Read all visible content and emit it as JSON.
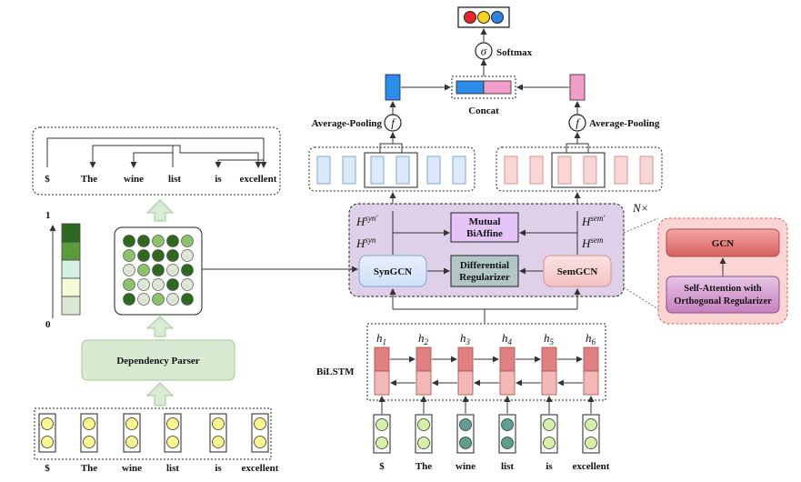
{
  "output_colors": [
    "#e8262b",
    "#f3d21d",
    "#2f82e3"
  ],
  "labels": {
    "softmax": "Softmax",
    "concat": "Concat",
    "avg_pool_left": "Average-Pooling",
    "avg_pool_right": "Average-Pooling",
    "sigma": "σ",
    "f_left": "f",
    "f_right": "f",
    "mutual_line1": "Mutual",
    "mutual_line2": "BiAffine",
    "syngcn": "SynGCN",
    "semgcn": "SemGCN",
    "diff_line1": "Differential",
    "diff_line2": "Regularizer",
    "n_times": "N×",
    "h_syn_prime": "H",
    "h_syn_prime_sup": "syn'",
    "h_sem_prime": "H",
    "h_sem_prime_sup": "sem'",
    "h_syn": "H",
    "h_syn_sup": "syn",
    "h_sem": "H",
    "h_sem_sup": "sem",
    "gcn": "GCN",
    "selfatt_line1": "Self-Attention with",
    "selfatt_line2": "Orthogonal Regularizer",
    "bilstm": "BiLSTM",
    "dependency_parser": "Dependency Parser",
    "scale_top": "1",
    "scale_bottom": "0"
  },
  "hidden_states": [
    {
      "base": "h",
      "sub": "1"
    },
    {
      "base": "h",
      "sub": "2"
    },
    {
      "base": "h",
      "sub": "3"
    },
    {
      "base": "h",
      "sub": "4"
    },
    {
      "base": "h",
      "sub": "5"
    },
    {
      "base": "h",
      "sub": "6"
    }
  ],
  "tokens": [
    "$",
    "The",
    "wine",
    "list",
    "is",
    "excellent"
  ],
  "dep_tree_tokens": [
    "$",
    "The",
    "wine",
    "list",
    "is",
    "excellent"
  ],
  "colors": {
    "blue": "#2a8ee8",
    "blue_light": "#dce9fb",
    "pink": "#f29cc9",
    "pink_light": "#f8d6d6",
    "purple_bg": "#ddd0e8",
    "mutual_fill": "#e4c4f7",
    "diff_fill": "#b3c6c6",
    "green_box": "#d9ead3",
    "lstm_dark": "#e08080",
    "lstm_light": "#f5b8b8",
    "yellow_dot": "#f9f58f",
    "teal_dot": "#5d9f91",
    "green_dot": "#d6f0a7"
  },
  "scale_colors": [
    "#2d6a1f",
    "#5a9c3a",
    "#d4f1e3",
    "#f5fbd7",
    "#dde8d4"
  ],
  "matrix": [
    [
      2,
      2,
      1,
      2,
      1
    ],
    [
      1,
      2,
      2,
      2,
      0
    ],
    [
      0,
      1,
      2,
      0,
      2
    ],
    [
      1,
      0,
      0,
      2,
      0
    ],
    [
      2,
      0,
      1,
      0,
      2
    ]
  ]
}
